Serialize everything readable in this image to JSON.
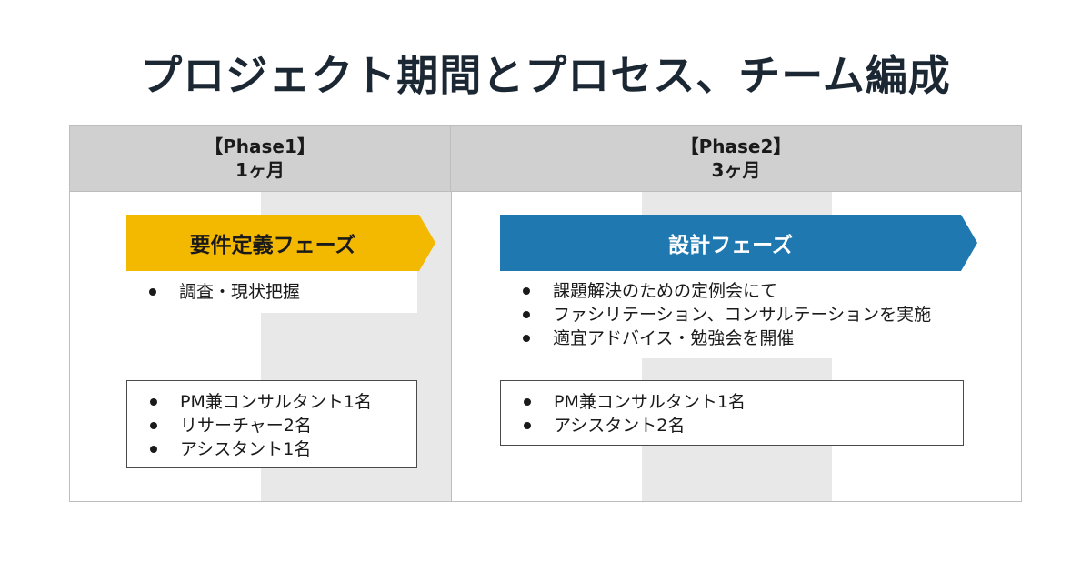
{
  "title": "プロジェクト期間とプロセス、チーム編成",
  "phases": [
    {
      "label": "【Phase1】",
      "duration": "1ヶ月",
      "stage": "要件定義フェーズ",
      "stage_color": "#f3b800",
      "activities": [
        "調査・現状把握"
      ],
      "team": [
        "PM兼コンサルタント1名",
        "リサーチャー2名",
        "アシスタント1名"
      ]
    },
    {
      "label": "【Phase2】",
      "duration": "3ヶ月",
      "stage": "設計フェーズ",
      "stage_color": "#1f78b0",
      "activities": [
        "課題解決のための定例会にて",
        "ファシリテーション、コンサルテーションを実施",
        "適宜アドバイス・勉強会を開催"
      ],
      "team": [
        "PM兼コンサルタント1名",
        "アシスタント2名"
      ]
    }
  ]
}
